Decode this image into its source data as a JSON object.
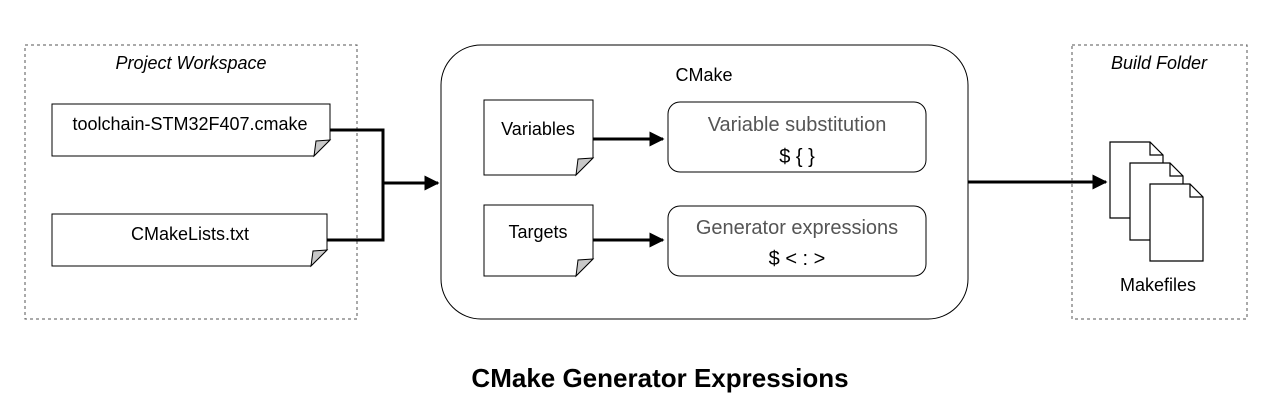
{
  "diagram": {
    "workspace": {
      "label": "Project Workspace",
      "files": [
        {
          "name": "toolchain-STM32F407.cmake"
        },
        {
          "name": "CMakeLists.txt"
        }
      ]
    },
    "cmake": {
      "label": "CMake",
      "inputs": [
        {
          "label": "Variables"
        },
        {
          "label": "Targets"
        }
      ],
      "processes": [
        {
          "title": "Variable substitution",
          "syntax": "$ { }"
        },
        {
          "title": "Generator expressions",
          "syntax": "$ < : >"
        }
      ]
    },
    "build": {
      "label": "Build Folder",
      "output_label": "Makefiles"
    },
    "caption": "CMake Generator Expressions"
  },
  "colors": {
    "stroke": "#000000",
    "box_border": "#555555",
    "fold": "#c8c8c8",
    "background": "#ffffff"
  }
}
